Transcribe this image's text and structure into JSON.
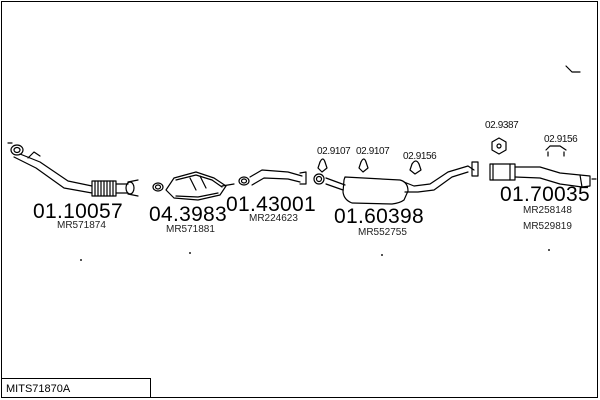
{
  "title_code": "MITS71870A",
  "parts": [
    {
      "number": "01.10057",
      "ref": "MR571874"
    },
    {
      "number": "04.3983",
      "ref": "MR571881"
    },
    {
      "number": "01.43001",
      "ref": "MR224623"
    },
    {
      "number": "01.60398",
      "ref": "MR552755"
    },
    {
      "number": "01.70035",
      "refs": [
        "MR258148",
        "MR529819"
      ]
    }
  ],
  "small_parts": [
    "02.9107",
    "02.9107",
    "02.9156",
    "02.9387",
    "02.9156"
  ]
}
